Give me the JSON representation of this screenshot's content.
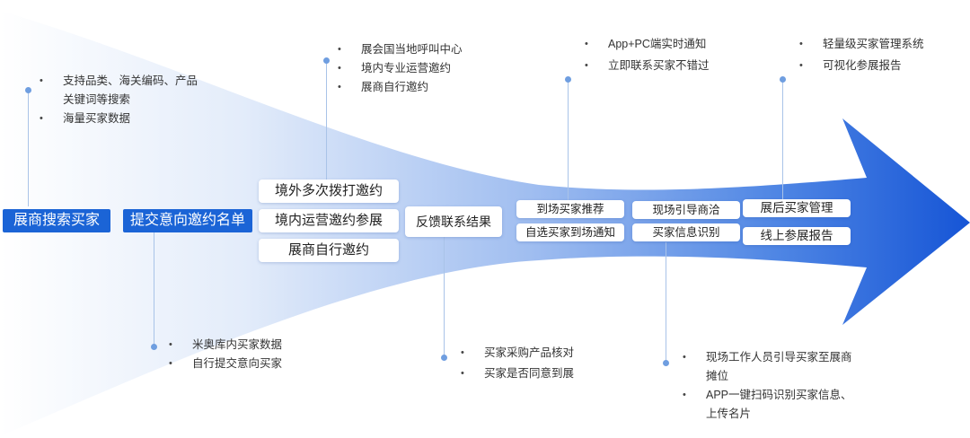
{
  "colors": {
    "arrow_start": "#ffffff",
    "arrow_end": "#1655d6",
    "label_bg": "#1b64d6",
    "leader": "#a9c3e8"
  },
  "stages": {
    "search": "展商搜索买家",
    "submit": "提交意向邀约名单",
    "invite": [
      "境外多次拨打邀约",
      "境内运营邀约参展",
      "展商自行邀约"
    ],
    "feedback": "反馈联系结果",
    "recommend": [
      "到场买家推荐",
      "自选买家到场通知"
    ],
    "onsite": [
      "现场引导商洽",
      "买家信息识别"
    ],
    "post": [
      "展后买家管理",
      "线上参展报告"
    ]
  },
  "notes": {
    "search": [
      "支持品类、海关编码、产品关键词等搜索",
      "海量买家数据"
    ],
    "submit": [
      "米奥库内买家数据",
      "自行提交意向买家"
    ],
    "invite": [
      "展会国当地呼叫中心",
      "境内专业运营邀约",
      "展商自行邀约"
    ],
    "feedback": [
      "买家采购产品核对",
      "买家是否同意到展"
    ],
    "recommend": [
      "App+PC端实时通知",
      "立即联系买家不错过"
    ],
    "onsite": [
      "现场工作人员引导买家至展商摊位",
      "APP一键扫码识别买家信息、上传名片"
    ],
    "post": [
      "轻量级买家管理系统",
      "可视化参展报告"
    ]
  }
}
